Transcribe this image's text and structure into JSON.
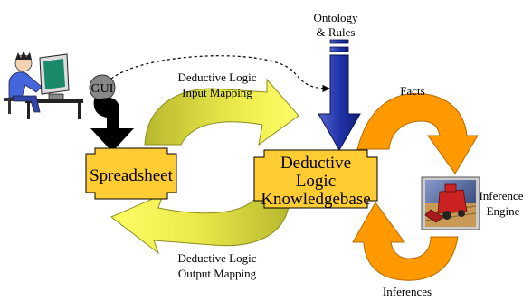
{
  "labels": {
    "gui": "GUI",
    "ontology_line1": "Ontology",
    "ontology_line2": "& Rules",
    "input_mapping_line1": "Deductive Logic",
    "input_mapping_line2": "Input Mapping",
    "output_mapping_line1": "Deductive Logic",
    "output_mapping_line2": "Output Mapping",
    "facts": "Facts",
    "inferences": "Inferences",
    "spreadsheet": "Spreadsheet",
    "kb_line1": "Deductive",
    "kb_line2": "Logic",
    "kb_line3": "Knowledgebase",
    "engine_line1": "Inference",
    "engine_line2": "Engine"
  },
  "icons": {
    "user": "user-at-computer-icon",
    "engine": "combine-harvester-icon"
  },
  "colors": {
    "box_fill": "#FFCC33",
    "yellow_arrow_light": "#FFFF66",
    "yellow_arrow_dark": "#CCCC33",
    "orange_arrow": "#FF9900",
    "blue_arrow": "#3344AA",
    "black_arrow": "#000000"
  }
}
